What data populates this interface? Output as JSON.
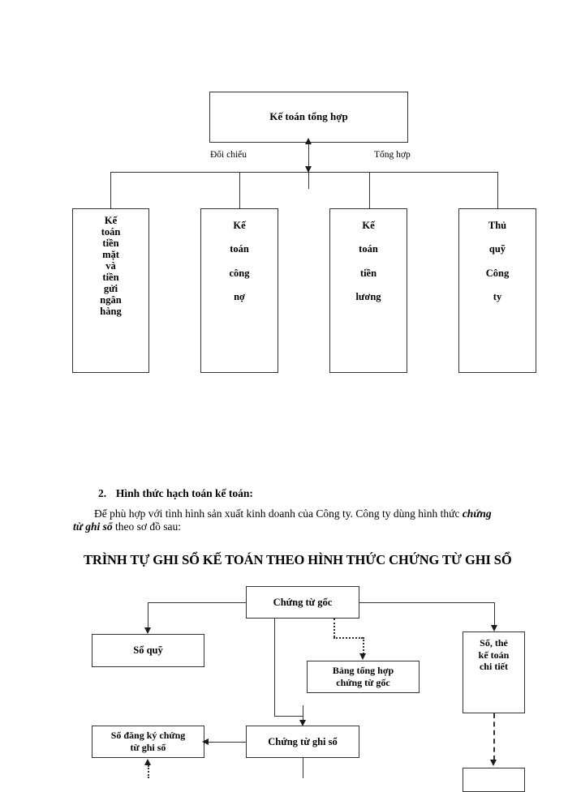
{
  "document": {
    "language": "vi",
    "page_background": "#ffffff",
    "ink_color": "#000000",
    "line_color": "#333333"
  },
  "org_chart": {
    "top_box": {
      "label": "Kế toán tổng hợp"
    },
    "connector_labels": {
      "left": "Đối chiếu",
      "right": "Tổng hợp"
    },
    "columns": [
      {
        "lines": [
          "Kế",
          "toán",
          "tiền",
          "mặt",
          "và",
          "tiền",
          "gửi",
          "ngân",
          "hàng"
        ]
      },
      {
        "lines": [
          "Kế",
          "toán",
          "công",
          "nợ"
        ]
      },
      {
        "lines": [
          "Kế",
          "toán",
          "tiền",
          "lương"
        ]
      },
      {
        "lines": [
          "Thủ",
          "quỹ",
          "Công",
          "ty"
        ]
      }
    ]
  },
  "section": {
    "number": "2.",
    "heading": "Hình thức hạch toán kế toán:",
    "paragraph_part1": "Để phù hợp với tình hình sản xuất kinh doanh của Công ty. Công ty dùng hình thức ",
    "paragraph_italic": "chứng từ ghi sổ",
    "paragraph_part2": " theo sơ đồ sau:"
  },
  "flow_chart": {
    "title": "TRÌNH TỰ GHI SỔ KẾ TOÁN THEO HÌNH THỨC CHỨNG TỪ GHI SỔ",
    "nodes": {
      "source_doc": {
        "label": "Chứng từ gốc"
      },
      "cash_book": {
        "label": "Sổ quỹ"
      },
      "summary_table": {
        "lines": [
          "Bảng tổng hợp",
          "chứng từ gốc"
        ]
      },
      "detail_ledger": {
        "lines": [
          "Sổ, thẻ",
          "kế toán",
          "chi tiết"
        ]
      },
      "register_book": {
        "lines": [
          "Sổ đăng ký chứng",
          "từ ghi sổ"
        ]
      },
      "voucher": {
        "label": "Chứng từ ghi sổ"
      }
    }
  }
}
